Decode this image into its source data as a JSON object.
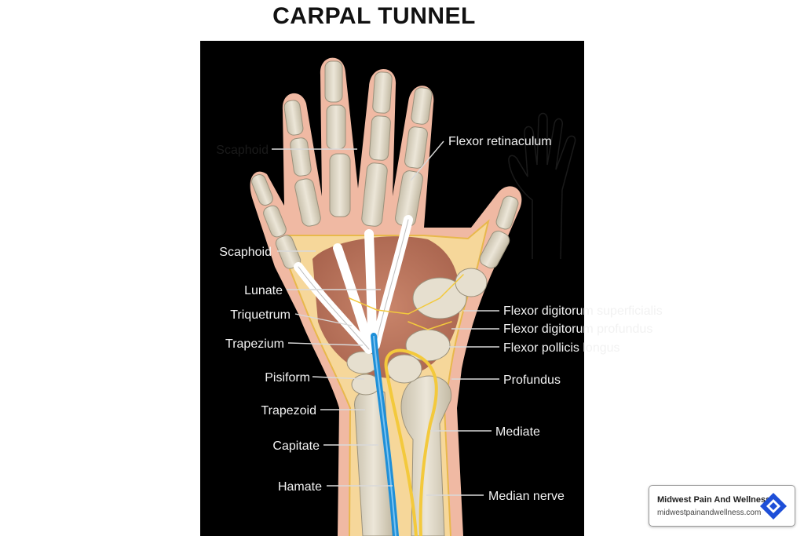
{
  "title": "CARPAL TUNNEL",
  "labels": {
    "scaphoid_top": "Scaphoid",
    "scaphoid": "Scaphoid",
    "lunate": "Lunate",
    "triquetrum": "Triquetrum",
    "trapezium": "Trapezium",
    "pisiform": "Pisiform",
    "trapezoid": "Trapezoid",
    "capitate": "Capitate",
    "hamate": "Hamate",
    "flexor_retinaculum": "Flexor retinaculum",
    "flexor_digitorum_superficialis": "Flexor digitorum superficialis",
    "flexor_digitorum_profundus": "Flexor digitorum profundus",
    "flexor_pollicis_longus": "Flexor pollicis longus",
    "profundus": "Profundus",
    "mediate": "Mediate",
    "median_nerve": "Median nerve"
  },
  "brand": {
    "name": "Midwest Pain And Wellness",
    "url": "midwestpainandwellness.com",
    "logo_icon": "diamond-logo-icon"
  },
  "colors": {
    "background": "#000000",
    "skin": "#f0b9a3",
    "bone": "#e3dccb",
    "tendon": "#f4f4f4",
    "nerve": "#f3c93c",
    "artery": "#1e8fd8",
    "muscle": "#c07a62",
    "brand_blue": "#1e4fd8"
  }
}
